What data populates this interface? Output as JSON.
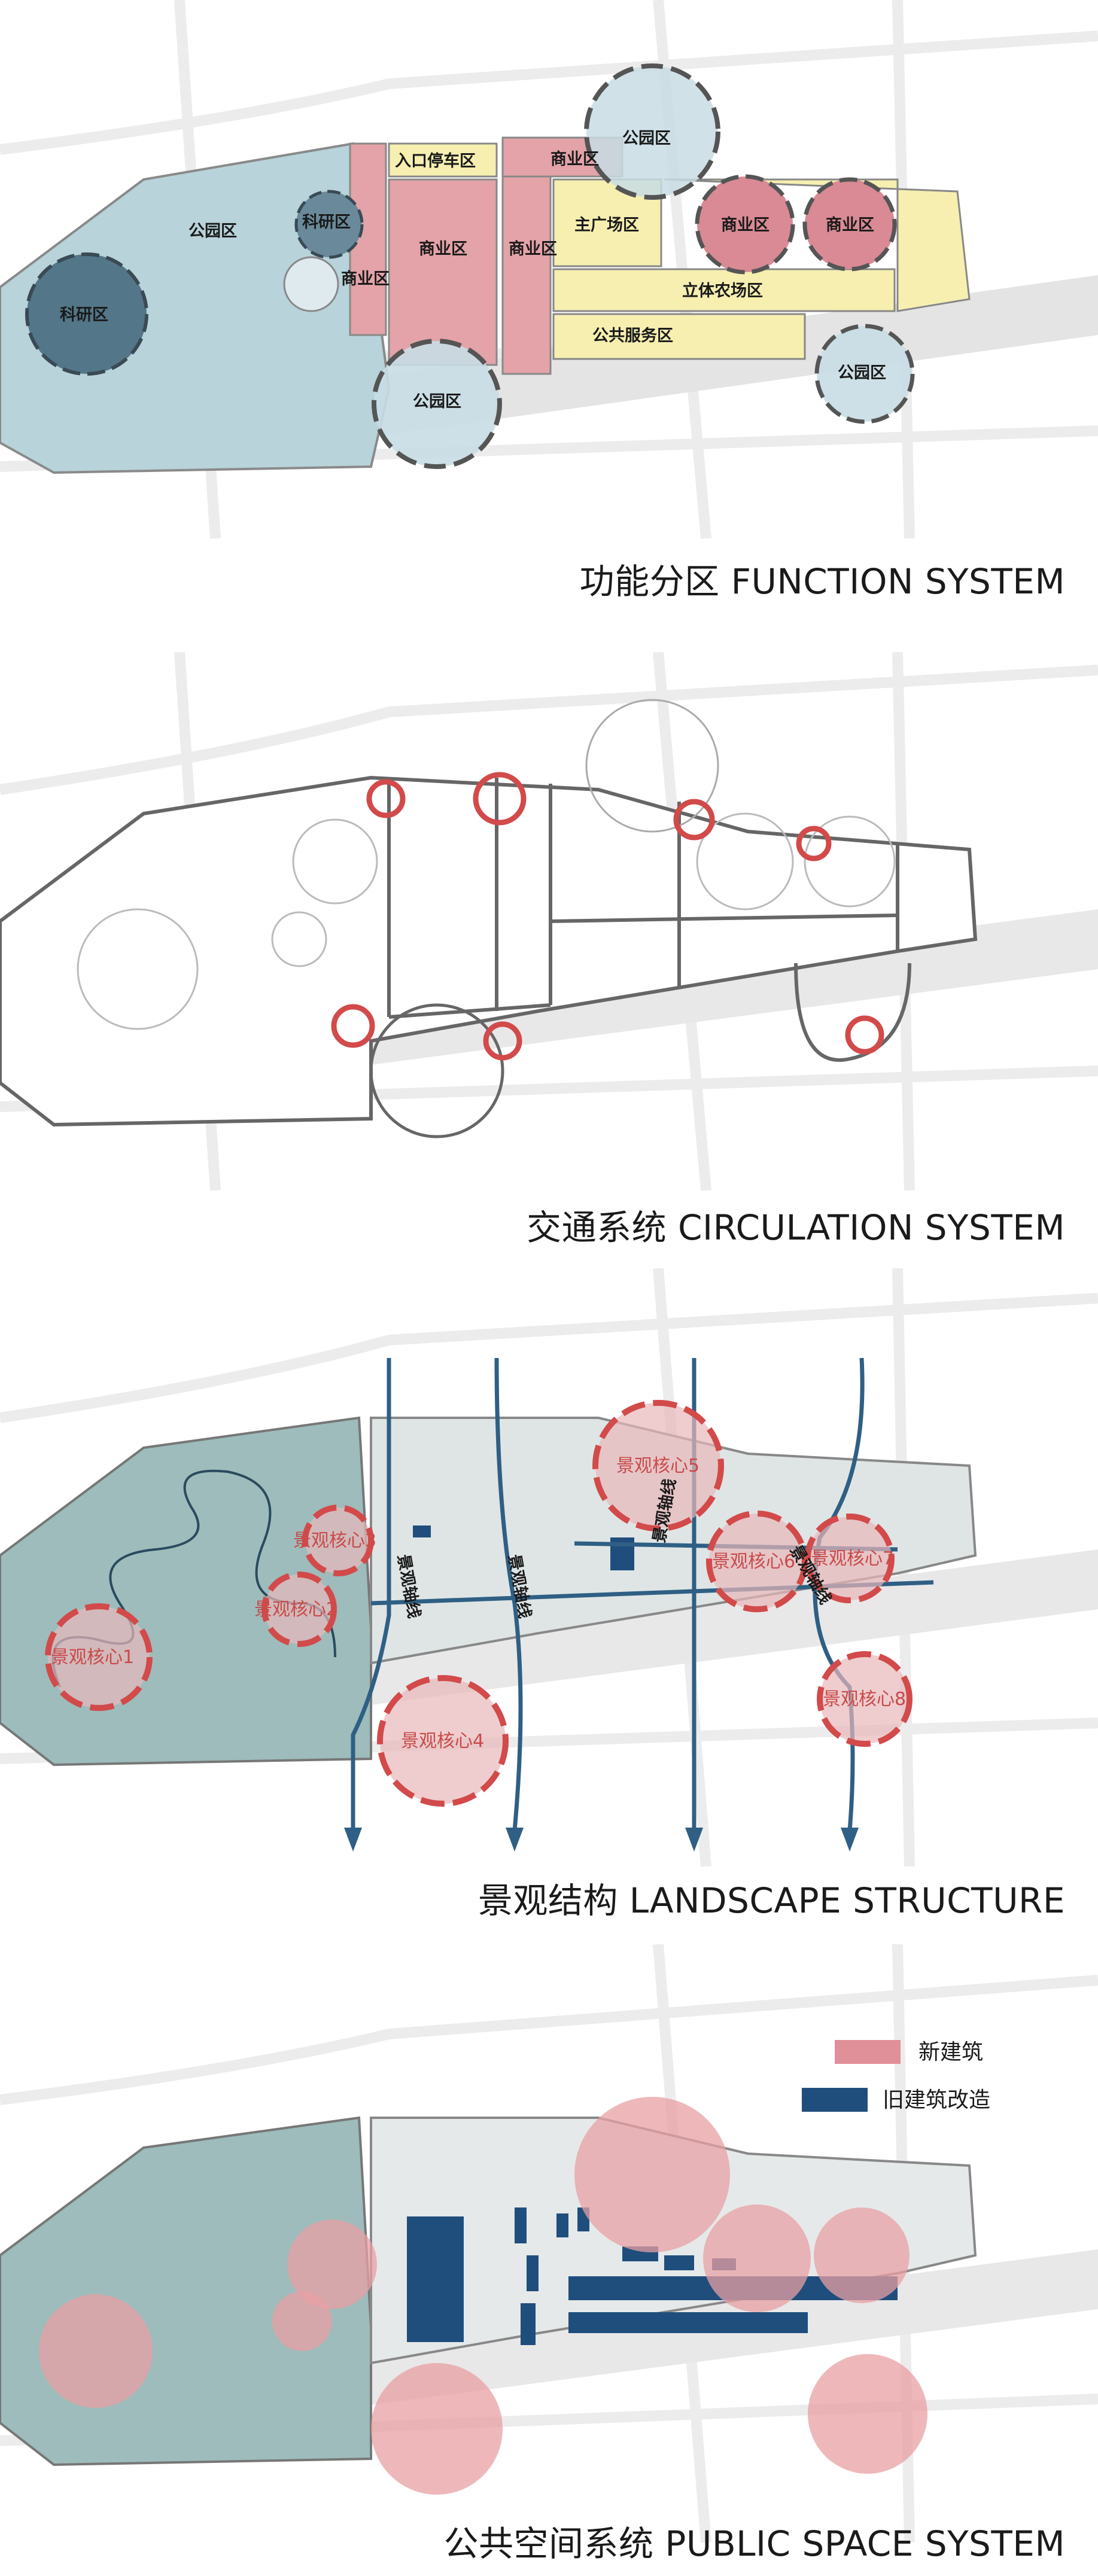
{
  "colors": {
    "park": "#b8d3da",
    "commercial": "#e3a3a8",
    "yellow": "#f6efb0",
    "circle_fill": "#c8dde4",
    "landscape_green": "#9dbcbb",
    "red": "#d24a4a",
    "blue_axis": "#2f5f84",
    "dark_blue": "#1f4e7d",
    "pink_circle": "#e8a0a4"
  },
  "function_system": {
    "caption": "功能分区 FUNCTION SYSTEM",
    "labels": {
      "park_main": "公园区",
      "research_main": "科研区",
      "research_circle": "科研区",
      "commercial_small": "商业区",
      "entrance_parking": "入口停车区",
      "commercial_top": "商业区",
      "park_top_circle": "公园区",
      "commercial_center": "商业区",
      "commercial_mid": "商业区",
      "main_square": "主广场区",
      "commercial_circle1": "商业区",
      "commercial_circle2": "商业区",
      "vertical_farm": "立体农场区",
      "public_service": "公共服务区",
      "park_bottom_circle": "公园区",
      "park_right_circle": "公园区"
    }
  },
  "circulation_system": {
    "caption": "交通系统 CIRCULATION SYSTEM"
  },
  "landscape_structure": {
    "caption": "景观结构 LANDSCAPE STRUCTURE",
    "cores": {
      "c1": "景观核心1",
      "c2": "景观核心2",
      "c3": "景观核心3",
      "c4": "景观核心4",
      "c5": "景观核心5",
      "c6": "景观核心6",
      "c7": "景观核心7",
      "c8": "景观核心8"
    },
    "axes": {
      "a1": "景观轴线",
      "a2": "景观轴线",
      "a3": "景观轴线",
      "a4": "景观轴线"
    }
  },
  "public_space_system": {
    "caption": "公共空间系统 PUBLIC SPACE SYSTEM",
    "legend": {
      "new_building": "新建筑",
      "old_building": "旧建筑改造"
    }
  }
}
